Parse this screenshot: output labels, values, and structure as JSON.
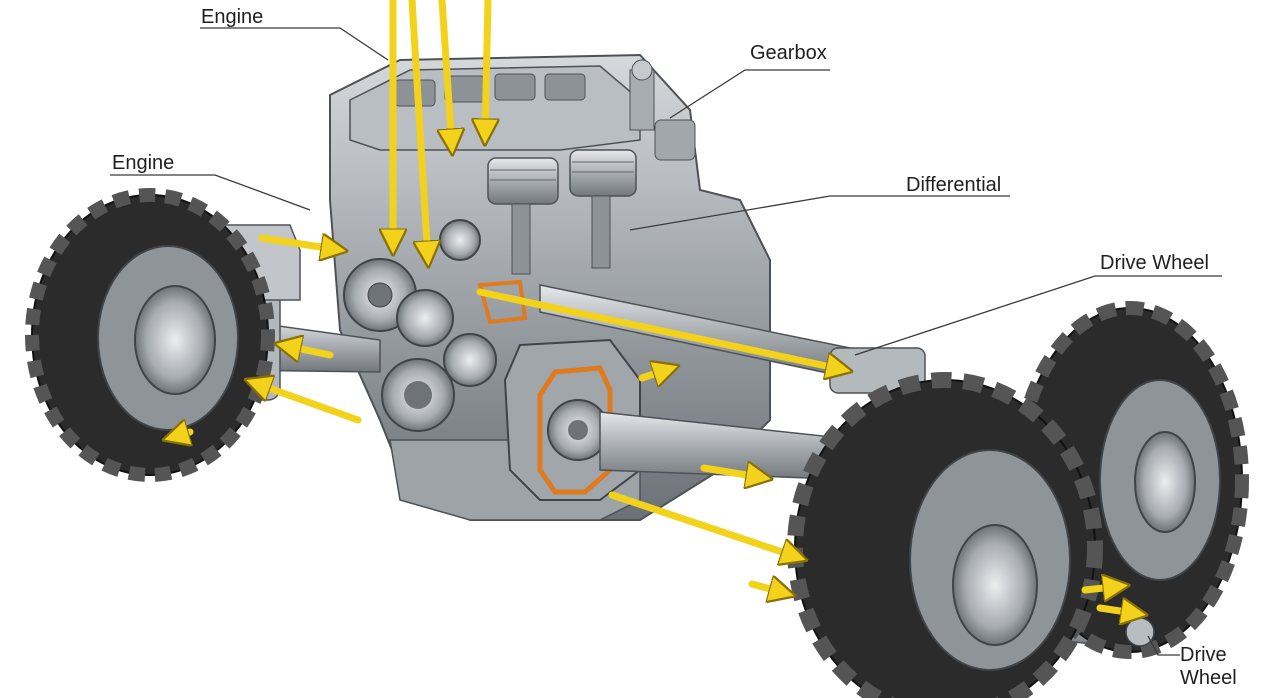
{
  "labels": {
    "engine_top": "Engine",
    "gearbox": "Gearbox",
    "engine_left": "Engine",
    "differential": "Differential",
    "drive_wheel_right": "Drive Wheel",
    "drive_wheel_bottom_line1": "Drive",
    "drive_wheel_bottom_line2": "Wheel"
  },
  "colors": {
    "arrow": "#f2d21a",
    "arrow_outline": "#b8980a",
    "highlight": "#e07a1e",
    "metal": "#9aa0a6",
    "metal_dark": "#5f656b",
    "tire": "#2b2b2b",
    "leader": "#3a3a3a"
  }
}
